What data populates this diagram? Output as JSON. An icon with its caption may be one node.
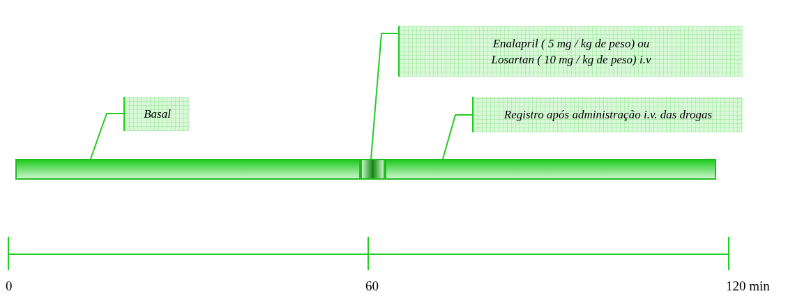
{
  "diagram": {
    "nodes": [
      {
        "text": [
          "Basal"
        ]
      },
      {
        "text": [
          "Enalapril ( 5 mg / kg de peso) ou Losartan ( 10 mg / kg de peso) i.v"
        ]
      },
      {
        "text": [
          "Registro após administração i.v. das drogas"
        ]
      },
      {
        "text": [],
        "shape": "bar"
      },
      {
        "text": [],
        "shape": "bar"
      },
      {
        "text": [],
        "shape": "bar"
      }
    ],
    "edges": [
      {
        "from": 0,
        "to": 3,
        "arrow": "none"
      },
      {
        "from": 1,
        "to": 4,
        "arrow": "none"
      },
      {
        "from": 2,
        "to": 5,
        "arrow": "none"
      }
    ],
    "labels": [
      "0",
      "60",
      "120 min"
    ]
  }
}
